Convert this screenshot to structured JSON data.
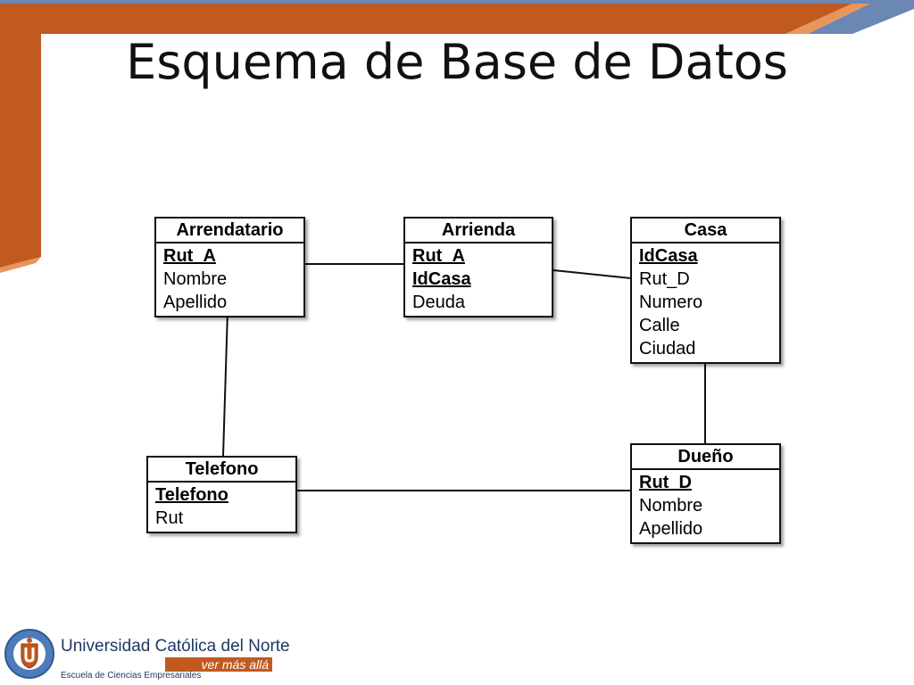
{
  "slide": {
    "title": "Esquema de Base de Datos"
  },
  "theme": {
    "accent": "#c05a1f",
    "accent_light": "#e8955c",
    "accent_blue": "#6b88b4",
    "line": "#111111"
  },
  "entities": [
    {
      "id": "arrendatario",
      "name": "Arrendatario",
      "attributes": [
        {
          "name": "Rut_A",
          "key": true
        },
        {
          "name": "Nombre",
          "key": false
        },
        {
          "name": "Apellido",
          "key": false
        }
      ]
    },
    {
      "id": "arrienda",
      "name": "Arrienda",
      "attributes": [
        {
          "name": "Rut_A",
          "key": true
        },
        {
          "name": "IdCasa",
          "key": true
        },
        {
          "name": "Deuda",
          "key": false
        }
      ]
    },
    {
      "id": "casa",
      "name": "Casa",
      "attributes": [
        {
          "name": "IdCasa",
          "key": true
        },
        {
          "name": "Rut_D",
          "key": false
        },
        {
          "name": "Numero",
          "key": false
        },
        {
          "name": "Calle",
          "key": false
        },
        {
          "name": "Ciudad",
          "key": false
        }
      ]
    },
    {
      "id": "telefono",
      "name": "Telefono",
      "attributes": [
        {
          "name": "Telefono",
          "key": true
        },
        {
          "name": "Rut",
          "key": false
        }
      ]
    },
    {
      "id": "dueno",
      "name": "Dueño",
      "attributes": [
        {
          "name": "Rut_D",
          "key": true
        },
        {
          "name": "Nombre",
          "key": false
        },
        {
          "name": "Apellido",
          "key": false
        }
      ]
    }
  ],
  "relationships": [
    {
      "from": "arrendatario",
      "to": "arrienda"
    },
    {
      "from": "arrienda",
      "to": "casa"
    },
    {
      "from": "arrendatario",
      "to": "telefono"
    },
    {
      "from": "casa",
      "to": "dueno"
    },
    {
      "from": "telefono",
      "to": "dueno"
    }
  ],
  "footer": {
    "university": "Universidad Católica del Norte",
    "tagline": "ver más allá",
    "school": "Escuela de Ciencias Empresariales",
    "logo_icon": "university-seal-icon"
  }
}
